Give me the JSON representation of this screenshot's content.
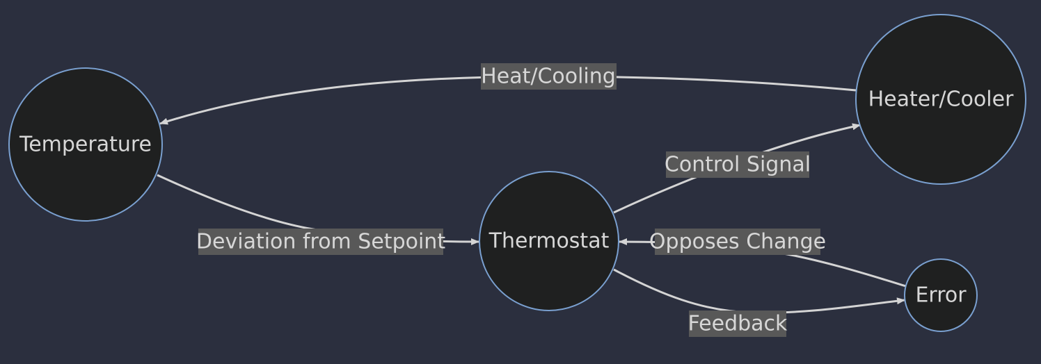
{
  "diagram": {
    "colors": {
      "background": "#2b2f3e",
      "node_fill": "#1f2020",
      "node_stroke": "#7aa0d0",
      "edge_stroke": "#d4d4d4",
      "edge_label_bg": "#585858",
      "text": "#d7d7d7"
    },
    "nodes": {
      "temperature": {
        "label": "Temperature"
      },
      "heater_cooler": {
        "label": "Heater/Cooler"
      },
      "thermostat": {
        "label": "Thermostat"
      },
      "error": {
        "label": "Error"
      }
    },
    "edges": {
      "heat_cooling": {
        "from": "heater_cooler",
        "to": "temperature",
        "label": "Heat/Cooling"
      },
      "deviation": {
        "from": "temperature",
        "to": "thermostat",
        "label": "Deviation from Setpoint"
      },
      "control_signal": {
        "from": "thermostat",
        "to": "heater_cooler",
        "label": "Control Signal"
      },
      "opposes_change": {
        "from": "error",
        "to": "thermostat",
        "label": "Opposes Change"
      },
      "feedback": {
        "from": "thermostat",
        "to": "error",
        "label": "Feedback"
      }
    }
  }
}
